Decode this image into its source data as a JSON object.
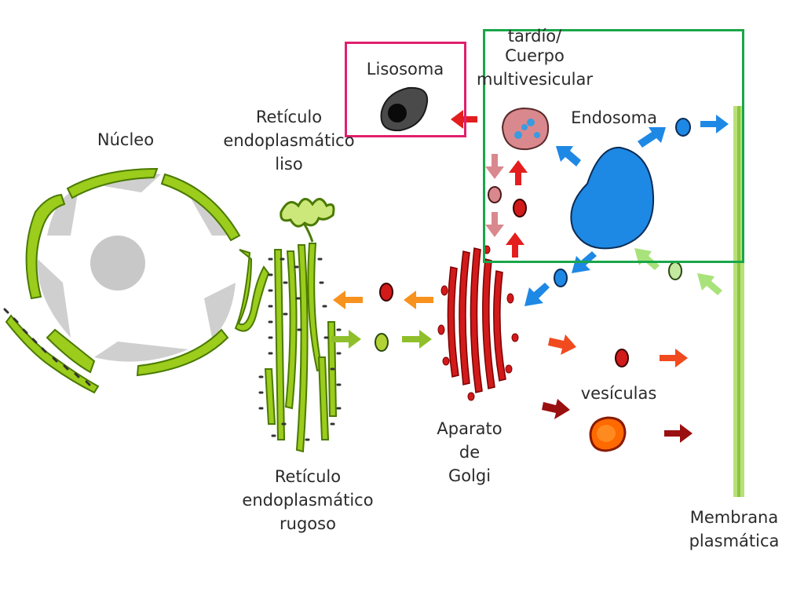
{
  "labels": {
    "nucleus": "Núcleo",
    "smooth_er": [
      "Retículo",
      "endoplasmático",
      "liso"
    ],
    "rough_er": [
      "Retículo",
      "endoplasmático",
      "rugoso"
    ],
    "golgi": [
      "Aparato",
      "de",
      "Golgi"
    ],
    "lysosome": "Lisosoma",
    "late_endosome": [
      "tardío/",
      "Cuerpo",
      "multivesicular"
    ],
    "endosome": "Endosoma",
    "vesicles": "vesículas",
    "plasma_membrane": [
      "Membrana",
      "plasmática"
    ]
  },
  "highlight_boxes": [
    {
      "name": "lysosome-highlight",
      "color": "#e0206e"
    },
    {
      "name": "endosome-highlight",
      "color": "#1aa64a"
    }
  ],
  "colors": {
    "er_green": "#9ccc1c",
    "er_outline": "#4a7a00",
    "golgi_red": "#d21a1a",
    "endosome_blue": "#1e88e5",
    "late_endosome_pink": "#d9888e",
    "lysosome_gray": "#4a4a4a",
    "membrane_green": "#b8e07a",
    "nucleolus_gray": "#c8c8c8"
  }
}
